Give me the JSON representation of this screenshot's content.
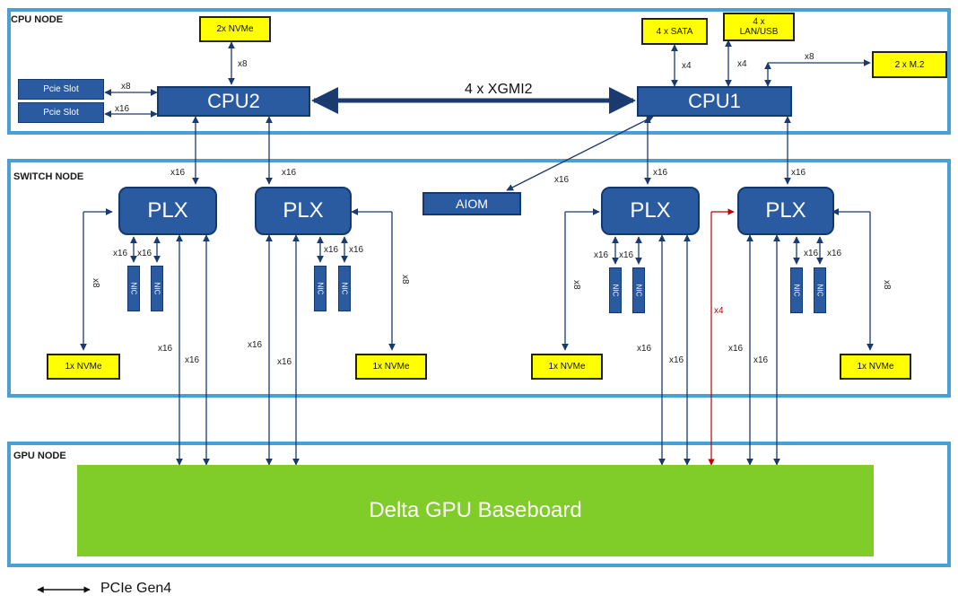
{
  "nodes": {
    "cpu": "CPU NODE",
    "switch": "SWITCH NODE",
    "gpu": "GPU NODE"
  },
  "cpus": {
    "cpu2": "CPU2",
    "cpu1": "CPU1",
    "interconnect": "4 x XGMI2"
  },
  "plx_label": "PLX",
  "aiom": "AIOM",
  "nic_label": "NIC",
  "slots": [
    "Pcie Slot",
    "Pcie Slot"
  ],
  "storage": {
    "cpu2_nvme": "2x NVMe",
    "sata": "4 x SATA",
    "lan_usb": "4 x LAN/USB",
    "m2": "2 x M.2",
    "nvme_single": "1x NVMe"
  },
  "gpu_baseboard": "Delta GPU Baseboard",
  "legend": "PCIe Gen4",
  "links": {
    "x4": "x4",
    "x8": "x8",
    "x16": "x16"
  },
  "colors": {
    "frame": "#4a9fd5",
    "chip": "#2a5aa0",
    "storage": "#ffff00",
    "gpu": "#80cc28",
    "red_link": "#c00000"
  }
}
